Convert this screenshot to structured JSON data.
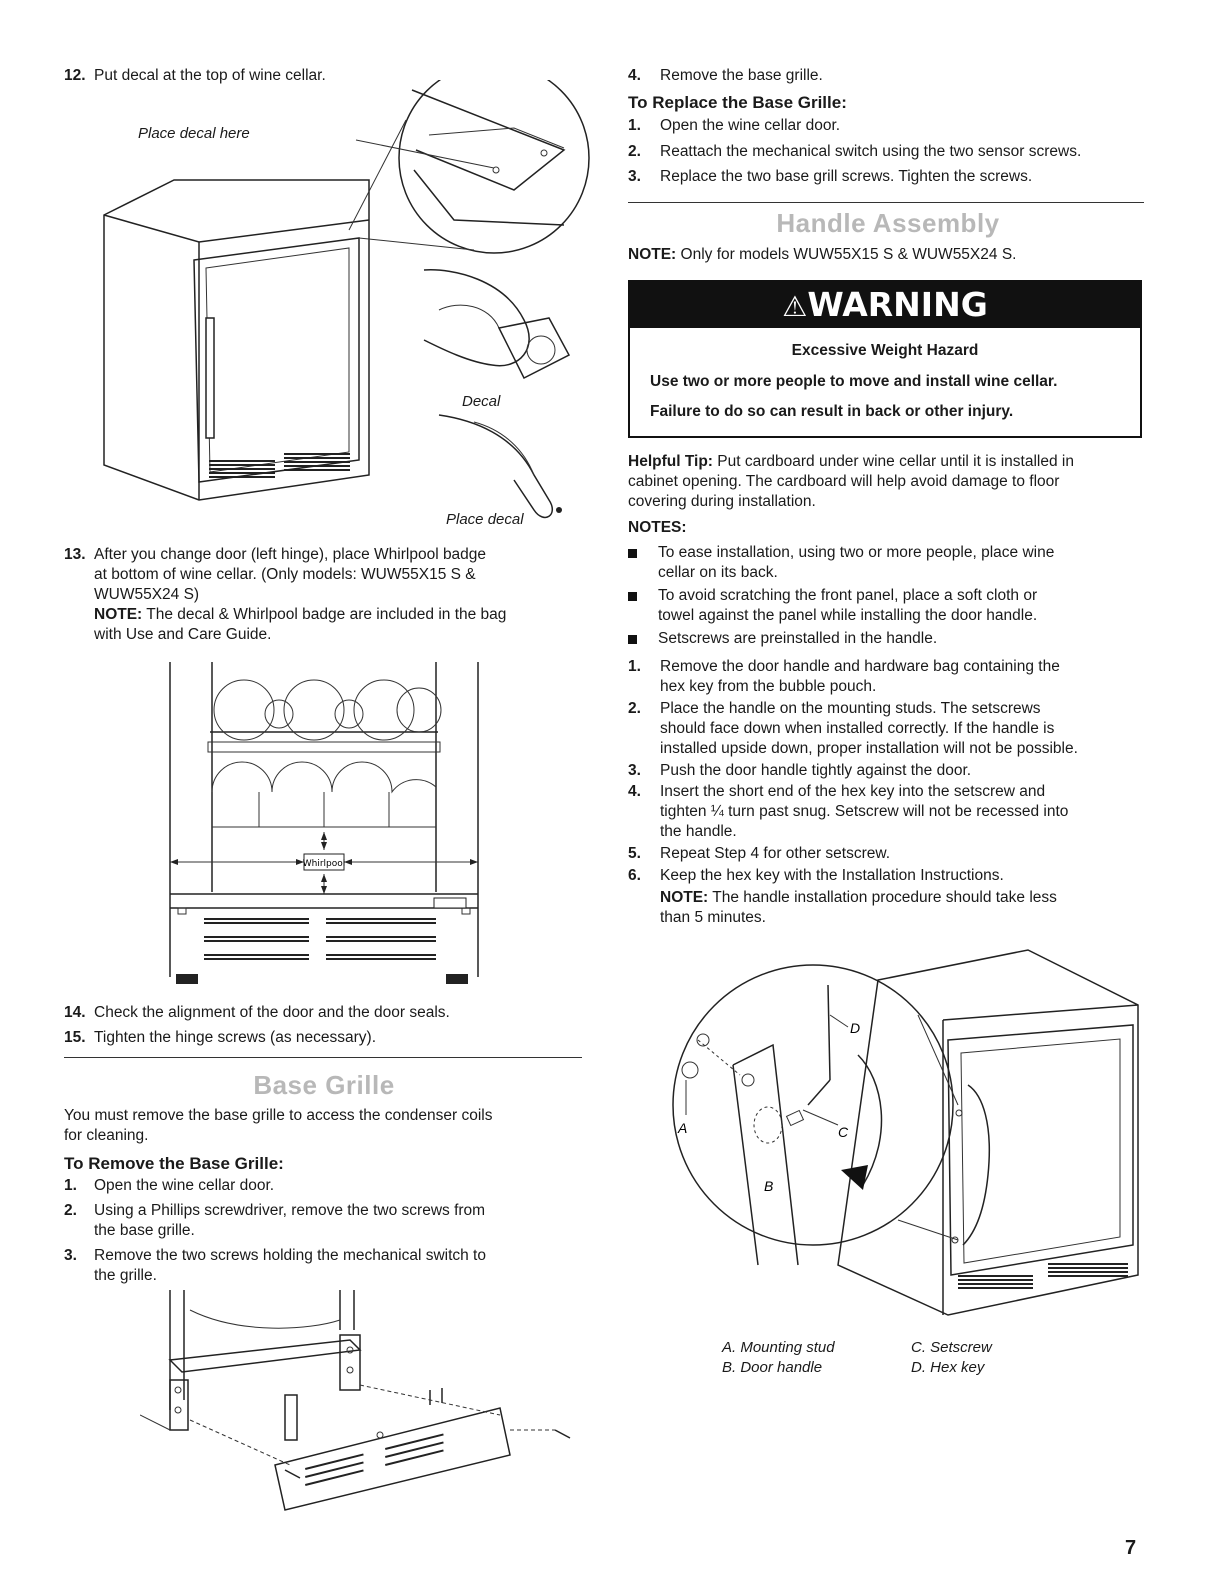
{
  "left": {
    "step12": {
      "num": "12.",
      "text": "Put decal at the top of wine cellar."
    },
    "fig1": {
      "label_place_here": "Place decal here",
      "label_decal": "Decal",
      "label_place_decal": "Place decal"
    },
    "step13": {
      "num": "13.",
      "line1": "After you change door (left hinge), place Whirlpool badge",
      "line2": "at bottom of wine cellar.  (Only models: WUW55X15   S &",
      "line3": "WUW55X24   S)",
      "note_label": "NOTE:",
      "note_line1": " The decal & Whirlpool badge are included in the bag",
      "note_line2": "with Use and Care Guide."
    },
    "fig2": {
      "badge": "Whirlpool"
    },
    "step14": {
      "num": "14.",
      "text": "Check the alignment of the door and the door seals."
    },
    "step15": {
      "num": "15.",
      "text": "Tighten the hinge screws (as necessary)."
    },
    "base_grille_heading": "Base Grille",
    "base_grille_intro_1": "You must remove the base grille to access the condenser coils",
    "base_grille_intro_2": "for cleaning.",
    "remove_heading": "To Remove the Base Grille:",
    "remove_steps": [
      {
        "num": "1.",
        "line1": "Open the wine cellar door.",
        "line2": ""
      },
      {
        "num": "2.",
        "line1": "Using a Phillips screwdriver, remove the two screws from",
        "line2": "the base grille."
      },
      {
        "num": "3.",
        "line1": "Remove the two screws holding the mechanical switch to",
        "line2": "the grille."
      }
    ]
  },
  "right": {
    "step4": {
      "num": "4.",
      "text": "Remove the base grille."
    },
    "replace_heading": "To Replace the Base Grille:",
    "replace_steps": [
      {
        "num": "1.",
        "text": "Open the wine cellar door."
      },
      {
        "num": "2.",
        "text": "Reattach the mechanical switch using the two sensor screws."
      },
      {
        "num": "3.",
        "text": "Replace the two base grill screws. Tighten the screws."
      }
    ],
    "handle_heading": "Handle Assembly",
    "handle_note_label": "NOTE:",
    "handle_note_text": " Only for models WUW55X15   S & WUW55X24   S.",
    "warning": {
      "title": "WARNING",
      "hazard": "Excessive Weight Hazard",
      "line1": "Use two or more people to move and install wine cellar.",
      "line2": "Failure to do so can result in back or other injury."
    },
    "tip_label": "Helpful Tip:",
    "tip_line1": " Put cardboard under wine cellar until it is installed in",
    "tip_line2": "cabinet opening. The cardboard will help avoid damage to floor",
    "tip_line3": "covering during installation.",
    "notes_heading": "NOTES:",
    "notes": [
      {
        "line1": "To ease installation, using two or more people, place wine",
        "line2": "cellar on its back."
      },
      {
        "line1": "To avoid scratching the front panel, place a soft cloth or",
        "line2": "towel against the panel while installing the door handle."
      },
      {
        "line1": "Setscrews are preinstalled in the handle.",
        "line2": ""
      }
    ],
    "handle_steps": [
      {
        "num": "1.",
        "lines": [
          "Remove the door handle and hardware bag containing the",
          "hex key from the bubble pouch."
        ]
      },
      {
        "num": "2.",
        "lines": [
          "Place the handle on the mounting studs. The setscrews",
          "should face down when installed correctly. If the handle is",
          "installed upside down, proper installation will not be possible."
        ]
      },
      {
        "num": "3.",
        "lines": [
          "Push the door handle tightly against the door."
        ]
      },
      {
        "num": "4.",
        "lines": [
          "Insert the short end of the hex key into the setscrew and",
          "tighten ¼ turn past snug. Setscrew will not be recessed into",
          "the handle."
        ]
      },
      {
        "num": "5.",
        "lines": [
          "Repeat Step 4 for other setscrew."
        ]
      },
      {
        "num": "6.",
        "lines": [
          "Keep the hex key with the Installation Instructions."
        ]
      }
    ],
    "final_note_label": "NOTE:",
    "final_note_line1": " The handle installation procedure should take less",
    "final_note_line2": "than 5 minutes.",
    "fig_labels": {
      "A": "A",
      "B": "B",
      "C": "C",
      "D": "D"
    },
    "legend": {
      "a": "A. Mounting stud",
      "b": "B. Door handle",
      "c": "C. Setscrew",
      "d": "D. Hex key"
    }
  },
  "page_number": "7"
}
